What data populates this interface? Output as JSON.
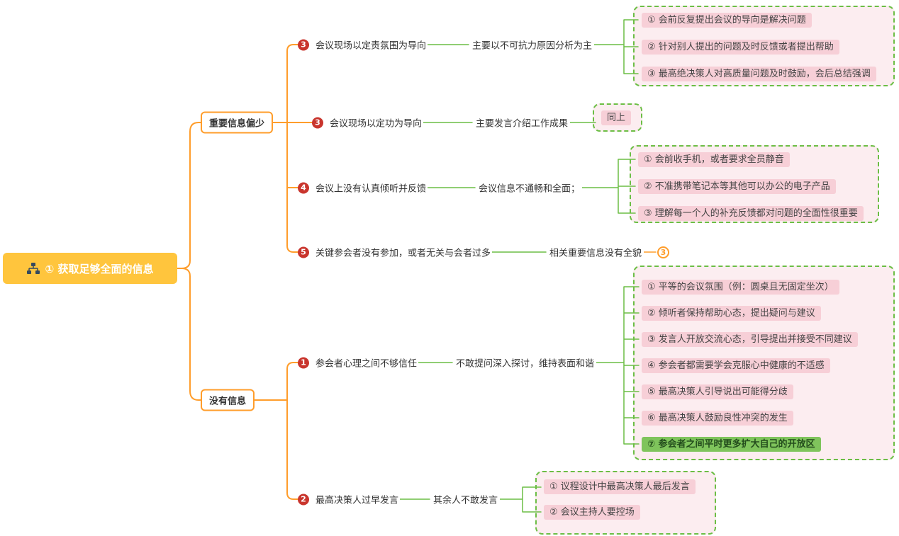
{
  "root": {
    "label": "① 获取足够全面的信息"
  },
  "branches": [
    {
      "label": "重要信息偏少",
      "children": [
        {
          "badge": "3",
          "label": "会议现场以定责氛围为导向",
          "detail": "主要以不可抗力原因分析为主",
          "solutions": [
            "① 会前反复提出会议的导向是解决问题",
            "② 针对别人提出的问题及时反馈或者提出帮助",
            "③ 最高绝决策人对高质量问题及时鼓励，会后总结强调"
          ]
        },
        {
          "badge": "3",
          "label": "会议现场以定功为导向",
          "detail": "主要发言介绍工作成果",
          "solutions": [
            "同上"
          ]
        },
        {
          "badge": "4",
          "label": "会议上没有认真倾听并反馈",
          "detail": "会议信息不通畅和全面；",
          "solutions": [
            "① 会前收手机，或者要求全员静音",
            "② 不准携带笔记本等其他可以办公的电子产品",
            "③ 理解每一个人的补充反馈都对问题的全面性很重要"
          ]
        },
        {
          "badge": "5",
          "label": "关键参会者没有参加，或者无关与会者过多",
          "detail": "相关重要信息没有全貌",
          "marker": "3"
        }
      ]
    },
    {
      "label": "没有信息",
      "children": [
        {
          "badge": "1",
          "label": "参会者心理之间不够信任",
          "detail": "不敢提问深入探讨，维持表面和谐",
          "solutions": [
            "① 平等的会议氛围（例：圆桌且无固定坐次）",
            "② 倾听者保持帮助心态，提出疑问与建议",
            "③ 发言人开放交流心态，引导提出并接受不同建议",
            "④ 参会者都需要学会克服心中健康的不适感",
            "⑤ 最高决策人引导说出可能得分歧",
            "⑥ 最高决策人鼓励良性冲突的发生",
            "⑦ 参会者之间平时更多扩大自己的开放区"
          ]
        },
        {
          "badge": "2",
          "label": "最高决策人过早发言",
          "detail": "其余人不敢发言",
          "solutions": [
            "① 议程设计中最高决策人最后发言",
            "② 会议主持人要控场"
          ]
        }
      ]
    }
  ],
  "colors": {
    "root_bg": "#FFC53D",
    "branch_line": "#FF9D2B",
    "badge_bg": "#C9352D",
    "boundary_border": "#6CBE45",
    "item_bg": "#F7CFD7",
    "highlight_item_bg": "#7FC45C"
  }
}
